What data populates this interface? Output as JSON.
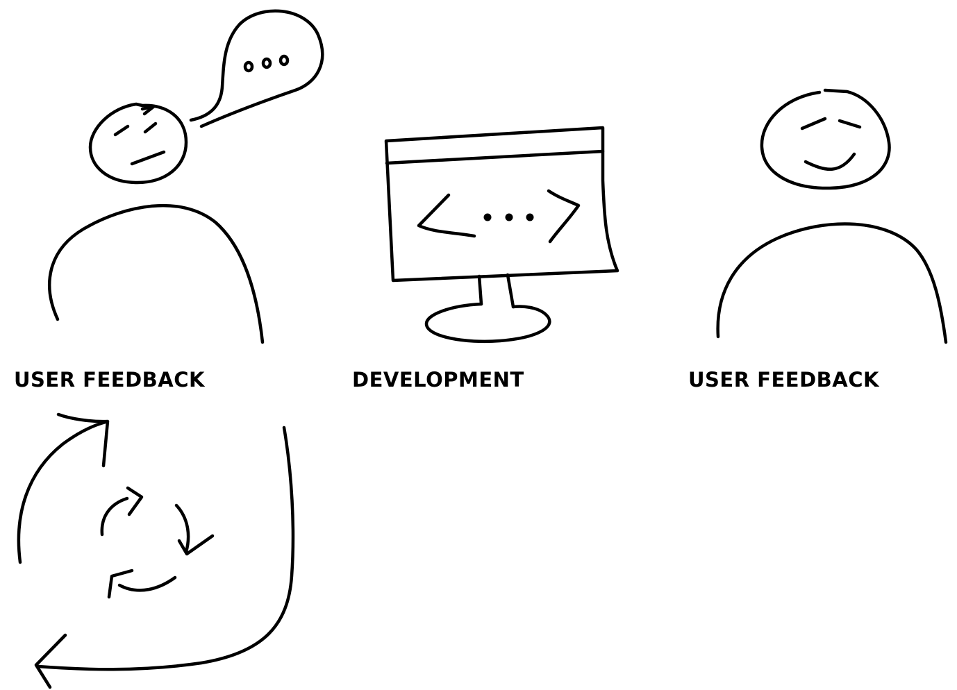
{
  "labels": {
    "left": "USER FEEDBACK",
    "center": "DEVELOPMENT",
    "right": "USER FEEDBACK"
  },
  "icons": {
    "left_figure": "thinking-person-icon",
    "speech_bubble": "speech-bubble-icon",
    "monitor": "code-monitor-icon",
    "right_figure": "happy-person-icon",
    "cycle": "refresh-cycle-icon",
    "loop_arrow": "loop-arrow-icon"
  },
  "colors": {
    "stroke": "#000000",
    "background": "#ffffff"
  }
}
